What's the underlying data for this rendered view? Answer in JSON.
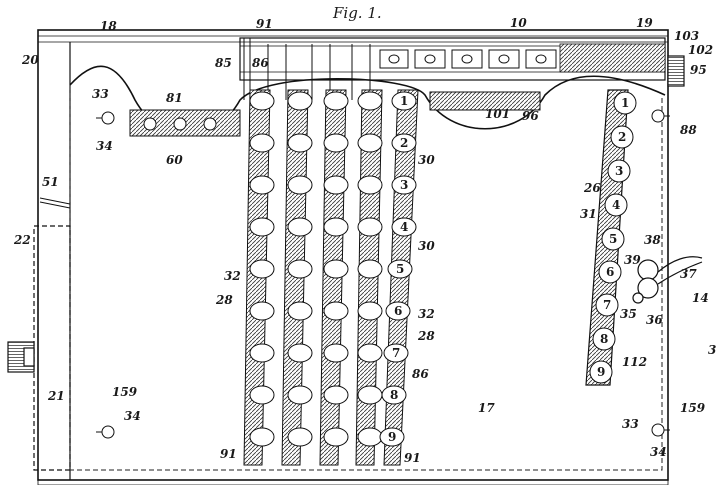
{
  "figure": {
    "title": "Fig. 1.",
    "key_digits": [
      "1",
      "2",
      "3",
      "4",
      "5",
      "6",
      "7",
      "8",
      "9"
    ],
    "refs": {
      "r18": "18",
      "r91a": "91",
      "r10": "10",
      "r19": "19",
      "r103": "103",
      "r102": "102",
      "r95": "95",
      "r20": "20",
      "r85": "85",
      "r86a": "86",
      "r81": "81",
      "r101": "101",
      "r96": "96",
      "r33a": "33",
      "r34a": "34",
      "r60": "60",
      "r88": "88",
      "r51": "51",
      "r30a": "30",
      "r30b": "30",
      "r26": "26",
      "r31": "31",
      "r22": "22",
      "r32a": "32",
      "r28a": "28",
      "r38": "38",
      "r37": "37",
      "r39": "39",
      "r32b": "32",
      "r14": "14",
      "r35": "35",
      "r36": "36",
      "r28b": "28",
      "r86b": "86",
      "r112": "112",
      "r21": "21",
      "r159a": "159",
      "r34b": "34",
      "r17": "17",
      "r91b": "91",
      "r91c": "91",
      "r33b": "33",
      "r159b": "159",
      "r34c": "34",
      "r3side": "3"
    }
  }
}
